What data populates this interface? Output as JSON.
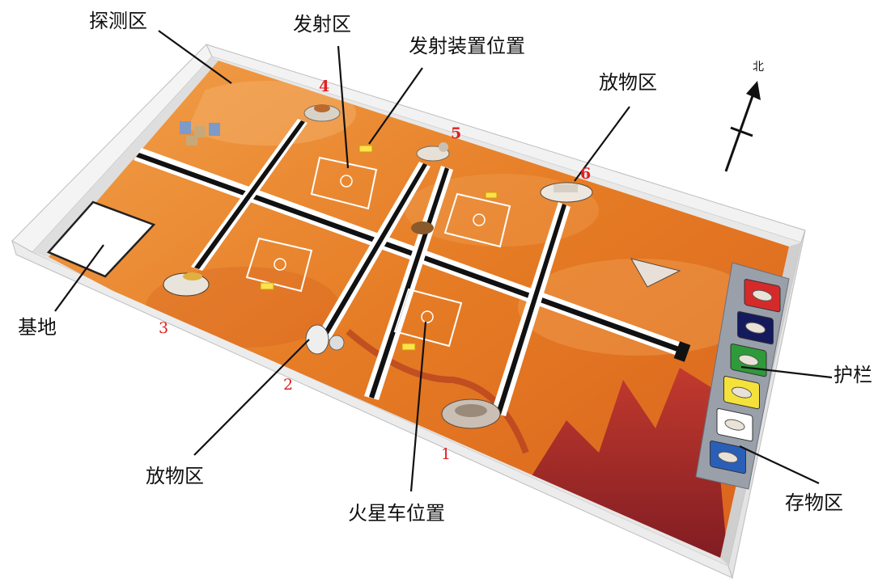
{
  "labels": {
    "detect_zone": "探测区",
    "launch_zone": "发射区",
    "launch_device_pos": "发射装置位置",
    "drop_zone_top": "放物区",
    "north": "北",
    "base": "基地",
    "drop_zone_bottom": "放物区",
    "rover_pos": "火星车位置",
    "guardrail": "护栏",
    "storage_zone": "存物区"
  },
  "positions": [
    "1",
    "2",
    "3",
    "4",
    "5",
    "6"
  ],
  "colors": {
    "wall": "#eeeeee",
    "wall_side": "#d6d6d6",
    "mars_orange": "#e0731e",
    "mars_light": "#f1983f",
    "mars_dark": "#c24f17",
    "canyon": "#b0302a",
    "track_black": "#111111",
    "track_white": "#ffffff",
    "panel_gray": "#9aa0aa",
    "marker_yellow": "#ffe14d",
    "number_red": "#e02020"
  },
  "storage_tiles": [
    {
      "color": "#d62a2a"
    },
    {
      "color": "#151a5c"
    },
    {
      "color": "#2e9a3a"
    },
    {
      "color": "#f4e23a"
    },
    {
      "color": "#ffffff"
    },
    {
      "color": "#2a5fb8"
    }
  ]
}
